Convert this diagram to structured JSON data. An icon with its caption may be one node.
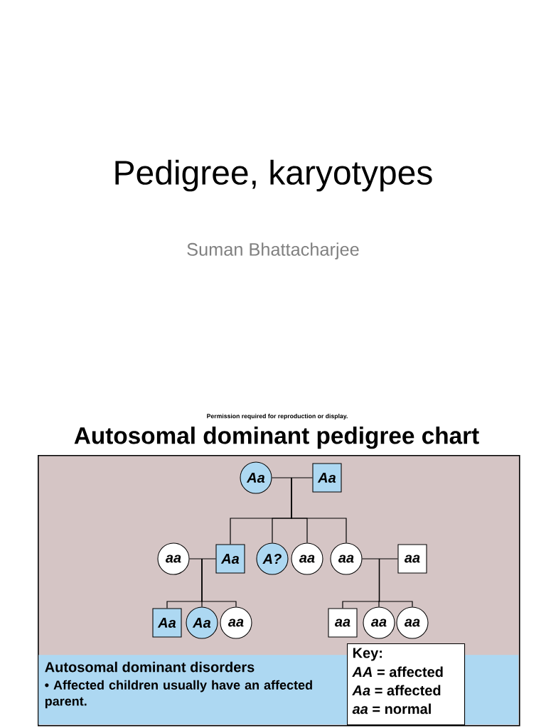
{
  "diagram": {
    "title": "Pedigree, karyotypes",
    "nodes": [
      {
        "text": [
          "Autosomal dominant pedigree chart"
        ]
      },
      {
        "text": [
          "Aa"
        ],
        "in": 0
      },
      {
        "text": [
          "Aa"
        ],
        "in": 0
      },
      {
        "text": [
          "aa"
        ],
        "in": 0
      },
      {
        "text": [
          "Aa"
        ],
        "in": 0
      },
      {
        "text": [
          "A?"
        ],
        "in": 0
      },
      {
        "text": [
          "aa"
        ],
        "in": 0
      },
      {
        "text": [
          "aa"
        ],
        "in": 0
      },
      {
        "text": [
          "aa"
        ],
        "in": 0
      },
      {
        "text": [
          "Aa"
        ],
        "in": 0
      },
      {
        "text": [
          "Aa"
        ],
        "in": 0
      },
      {
        "text": [
          "aa"
        ],
        "in": 0
      },
      {
        "text": [
          "aa"
        ],
        "in": 0
      },
      {
        "text": [
          "aa"
        ],
        "in": 0
      },
      {
        "text": [
          "aa"
        ],
        "in": 0
      },
      {
        "text": [
          "Autosomal dominant disorders",
          "• Affected children usually have an affected parent."
        ],
        "in": 0
      },
      {
        "text": [
          "Key:",
          "*AA* = affected",
          "*Aa* = affected",
          "*aa* = normal"
        ],
        "in": 0
      }
    ],
    "edges": [
      {
        "from": 1,
        "to": 2,
        "arrow": "none"
      },
      {
        "from": 1,
        "to": 4,
        "arrow": "none"
      },
      {
        "from": 2,
        "to": 4,
        "arrow": "none"
      },
      {
        "from": 1,
        "to": 5,
        "arrow": "none"
      },
      {
        "from": 2,
        "to": 5,
        "arrow": "none"
      },
      {
        "from": 1,
        "to": 6,
        "arrow": "none"
      },
      {
        "from": 2,
        "to": 6,
        "arrow": "none"
      },
      {
        "from": 1,
        "to": 7,
        "arrow": "none"
      },
      {
        "from": 2,
        "to": 7,
        "arrow": "none"
      },
      {
        "from": 3,
        "to": 4,
        "arrow": "none"
      },
      {
        "from": 3,
        "to": 9,
        "arrow": "none"
      },
      {
        "from": 4,
        "to": 9,
        "arrow": "none"
      },
      {
        "from": 3,
        "to": 10,
        "arrow": "none"
      },
      {
        "from": 4,
        "to": 10,
        "arrow": "none"
      },
      {
        "from": 3,
        "to": 11,
        "arrow": "none"
      },
      {
        "from": 4,
        "to": 11,
        "arrow": "none"
      },
      {
        "from": 7,
        "to": 8,
        "arrow": "none"
      },
      {
        "from": 7,
        "to": 12,
        "arrow": "none"
      },
      {
        "from": 8,
        "to": 12,
        "arrow": "none"
      },
      {
        "from": 7,
        "to": 13,
        "arrow": "none"
      },
      {
        "from": 8,
        "to": 13,
        "arrow": "none"
      },
      {
        "from": 7,
        "to": 14,
        "arrow": "none"
      },
      {
        "from": 8,
        "to": 14,
        "arrow": "none"
      }
    ],
    "labels": [
      "Suman Bhattacharjee",
      "Permission required for reproduction or display."
    ]
  }
}
